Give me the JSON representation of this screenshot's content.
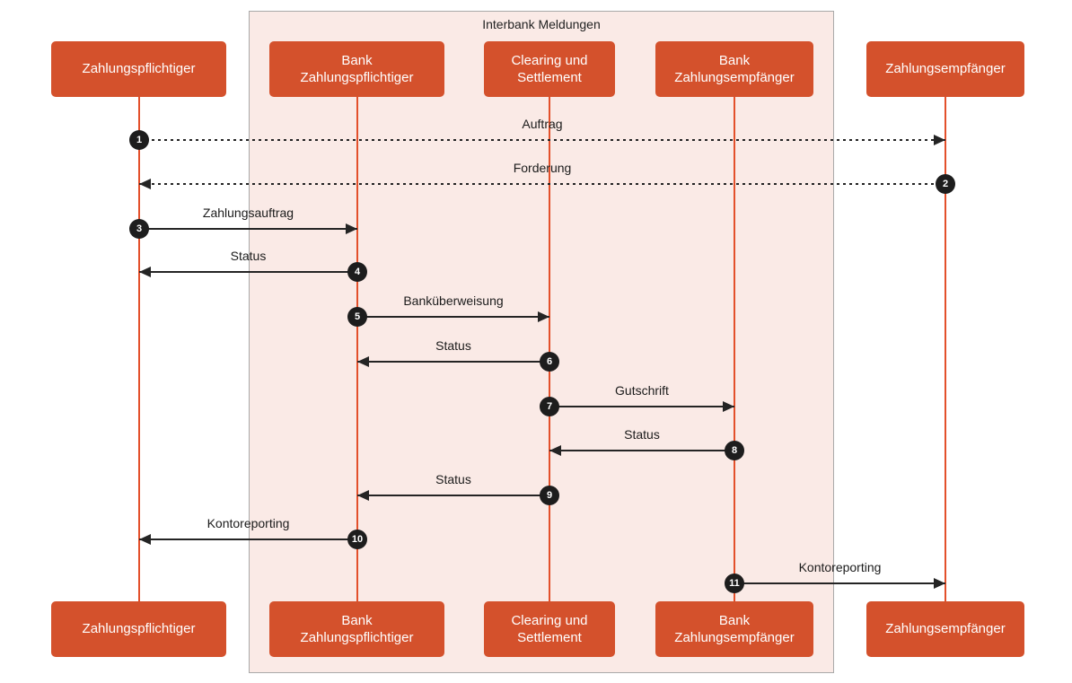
{
  "diagram": {
    "type": "sequence-diagram",
    "group": {
      "label": "Interbank Meldungen",
      "members": [
        "Bank Zahlungspflichtiger",
        "Clearing und Settlement",
        "Bank Zahlungsempfänger"
      ]
    },
    "actors": [
      {
        "id": "zahlungspflichtiger",
        "label": "Zahlungspflichtiger"
      },
      {
        "id": "bank-zahlungspflichtiger",
        "label": "Bank\nZahlungspflichtiger"
      },
      {
        "id": "clearing-und-settlement",
        "label": "Clearing und\nSettlement"
      },
      {
        "id": "bank-zahlungsempfaenger",
        "label": "Bank\nZahlungsempfänger"
      },
      {
        "id": "zahlungsempfaenger",
        "label": "Zahlungsempfänger"
      }
    ],
    "messages": [
      {
        "number": "1",
        "label": "Auftrag",
        "from": "Zahlungspflichtiger",
        "to": "Zahlungsempfänger",
        "line": "dashed"
      },
      {
        "number": "2",
        "label": "Forderung",
        "from": "Zahlungsempfänger",
        "to": "Zahlungspflichtiger",
        "line": "dashed"
      },
      {
        "number": "3",
        "label": "Zahlungsauftrag",
        "from": "Zahlungspflichtiger",
        "to": "Bank Zahlungspflichtiger",
        "line": "solid"
      },
      {
        "number": "4",
        "label": "Status",
        "from": "Bank Zahlungspflichtiger",
        "to": "Zahlungspflichtiger",
        "line": "solid"
      },
      {
        "number": "5",
        "label": "Banküberweisung",
        "from": "Bank Zahlungspflichtiger",
        "to": "Clearing und Settlement",
        "line": "solid"
      },
      {
        "number": "6",
        "label": "Status",
        "from": "Clearing und Settlement",
        "to": "Bank Zahlungspflichtiger",
        "line": "solid"
      },
      {
        "number": "7",
        "label": "Gutschrift",
        "from": "Clearing und Settlement",
        "to": "Bank Zahlungsempfänger",
        "line": "solid"
      },
      {
        "number": "8",
        "label": "Status",
        "from": "Bank Zahlungsempfänger",
        "to": "Clearing und Settlement",
        "line": "solid"
      },
      {
        "number": "9",
        "label": "Status",
        "from": "Clearing und Settlement",
        "to": "Bank Zahlungspflichtiger",
        "line": "solid"
      },
      {
        "number": "10",
        "label": "Kontoreporting",
        "from": "Bank Zahlungspflichtiger",
        "to": "Zahlungspflichtiger",
        "line": "solid"
      },
      {
        "number": "11",
        "label": "Kontoreporting",
        "from": "Bank Zahlungsempfänger",
        "to": "Zahlungsempfänger",
        "line": "solid"
      }
    ],
    "colors": {
      "actor_fill": "#D4512C",
      "actor_text": "#FFFFFF",
      "lifeline": "#E3502B",
      "group_fill": "#FAEAE6",
      "group_border": "#A9A9A9",
      "message_line": "#242424",
      "number_badge_fill": "#1D1D1D",
      "number_badge_text": "#FFFFFF"
    }
  }
}
